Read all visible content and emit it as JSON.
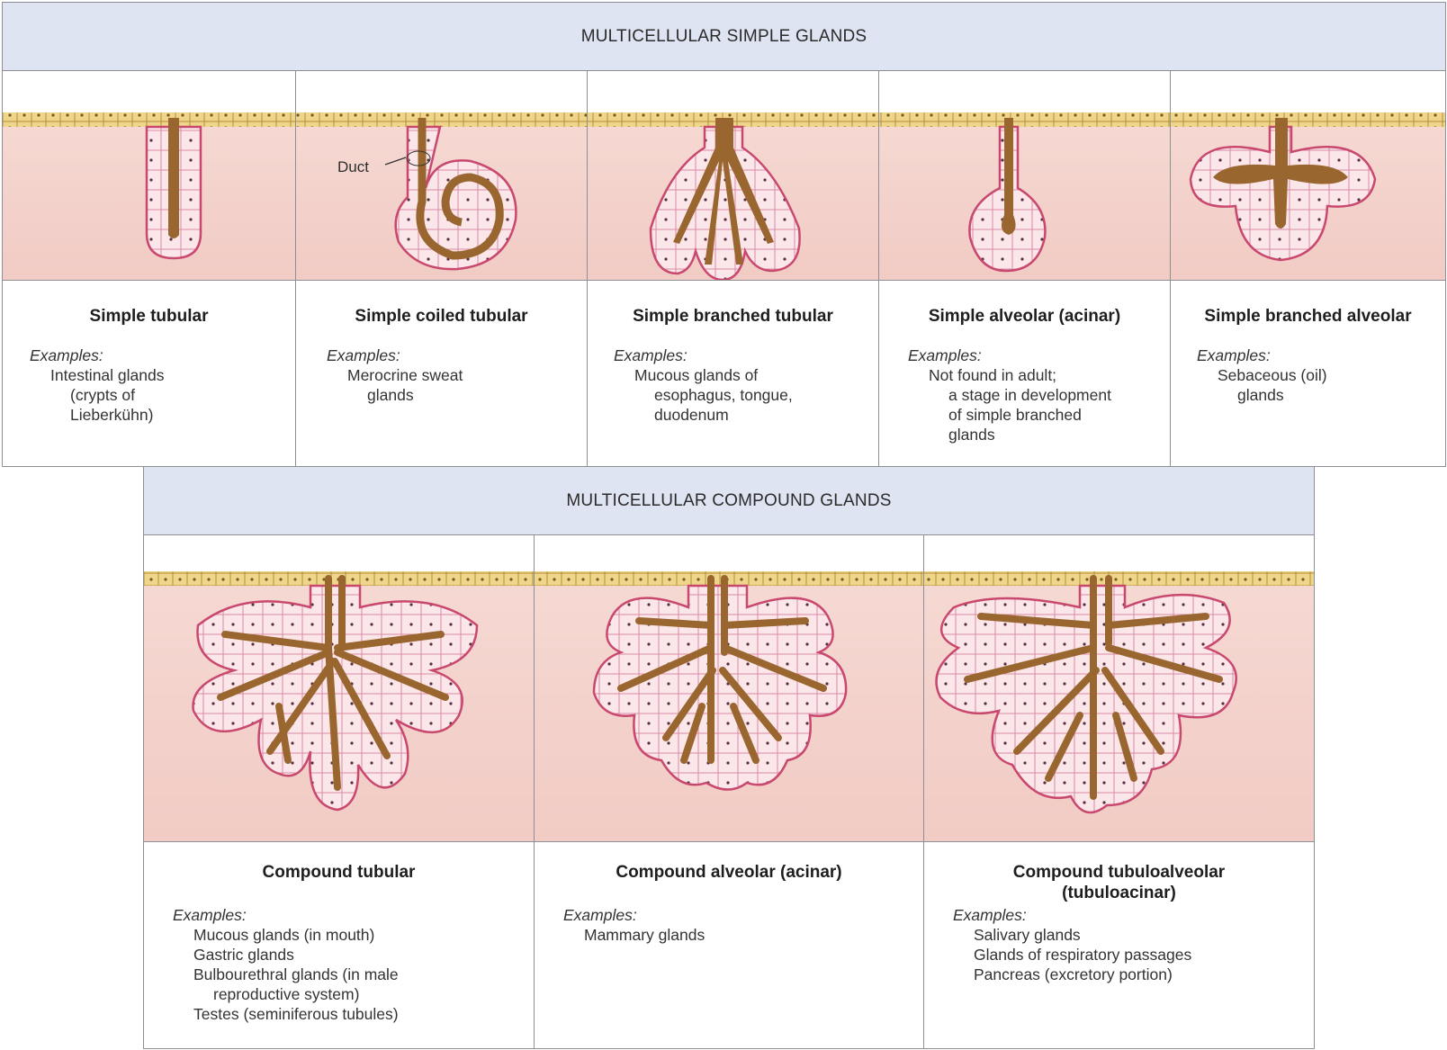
{
  "simple_section": {
    "header": "MULTICELLULAR SIMPLE GLANDS",
    "duct_label": "Duct",
    "glands": [
      {
        "title": "Simple tubular",
        "examples_label": "Examples:",
        "examples": [
          "Intestinal glands",
          "(crypts of",
          "Lieberkühn)"
        ]
      },
      {
        "title": "Simple coiled tubular",
        "examples_label": "Examples:",
        "examples": [
          "Merocrine sweat",
          "glands"
        ]
      },
      {
        "title": "Simple branched tubular",
        "examples_label": "Examples:",
        "examples": [
          "Mucous glands of",
          "esophagus, tongue,",
          "duodenum"
        ]
      },
      {
        "title": "Simple alveolar (acinar)",
        "examples_label": "Examples:",
        "examples": [
          "Not found in adult;",
          "a stage in development",
          "of simple branched",
          "glands"
        ]
      },
      {
        "title": "Simple branched alveolar",
        "examples_label": "Examples:",
        "examples": [
          "Sebaceous (oil)",
          "glands"
        ]
      }
    ]
  },
  "compound_section": {
    "header": "MULTICELLULAR COMPOUND GLANDS",
    "glands": [
      {
        "title": "Compound tubular",
        "title2": "",
        "examples_label": "Examples:",
        "examples": [
          "Mucous glands (in mouth)",
          "Gastric glands",
          "Bulbourethral glands (in male",
          "reproductive system)",
          "Testes (seminiferous tubules)"
        ]
      },
      {
        "title": "Compound alveolar (acinar)",
        "title2": "",
        "examples_label": "Examples:",
        "examples": [
          "Mammary glands"
        ]
      },
      {
        "title": "Compound tubuloalveolar",
        "title2": "(tubuloacinar)",
        "examples_label": "Examples:",
        "examples": [
          "Salivary glands",
          "Glands of respiratory passages",
          "Pancreas (excretory portion)"
        ]
      }
    ]
  },
  "colors": {
    "tissue": "#f4d2cc",
    "epithelium": "#efd58a",
    "lumen": "#9a6630",
    "cell_border": "#c8486e",
    "cell_fill": "#fbe6ea",
    "header_bg": "#dfe4f2"
  }
}
